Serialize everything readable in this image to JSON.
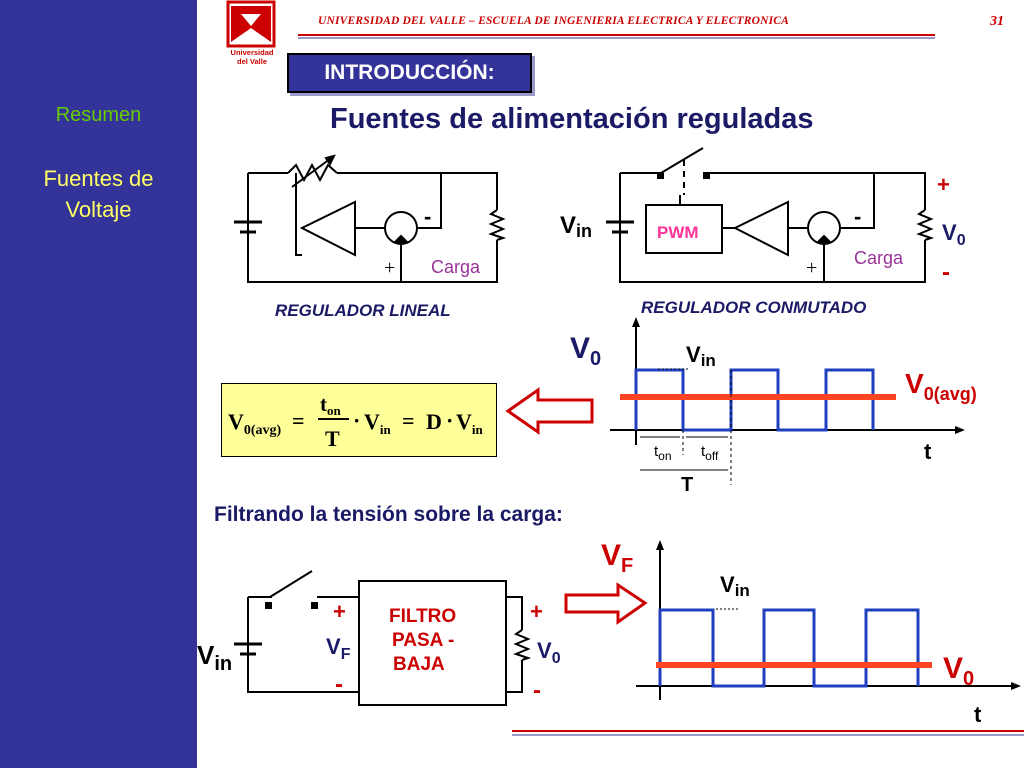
{
  "header": {
    "institution": "UNIVERSIDAD DEL VALLE – ESCUELA DE INGENIERIA ELECTRICA Y ELECTRONICA",
    "page_number": "31",
    "logo_line1": "Universidad",
    "logo_line2": "del Valle"
  },
  "sidebar": {
    "items": [
      {
        "label": "Resumen"
      },
      {
        "label_line1": "Fuentes de",
        "label_line2": "Voltaje"
      }
    ]
  },
  "section_tag": "INTRODUCCIÓN:",
  "title": "Fuentes de alimentación reguladas",
  "linear": {
    "caption": "REGULADOR LINEAL",
    "load_label": "Carga",
    "plus": "+",
    "minus": "-"
  },
  "switching": {
    "caption": "REGULADOR CONMUTADO",
    "pwm_label": "PWM",
    "load_label": "Carga",
    "vin": "V",
    "vin_sub": "in",
    "out_plus": "+",
    "out_minus": "-",
    "v0": "V",
    "v0_sub": "0",
    "plus": "+",
    "minus": "-"
  },
  "formula": {
    "lhs": "V",
    "lhs_sub": "0(avg)",
    "eq": "=",
    "num": "t",
    "num_sub": "on",
    "den": "T",
    "dot": "·",
    "vin": "V",
    "vin_sub": "in",
    "d": "D",
    "dot2": "·",
    "vin2": "V",
    "vin2_sub": "in"
  },
  "waveform1": {
    "y_label": "V",
    "y_label_sub": "0",
    "vin": "V",
    "vin_sub": "in",
    "avg": "V",
    "avg_sub": "0(avg)",
    "t_axis": "t",
    "ton": "t",
    "ton_sub": "on",
    "toff": "t",
    "toff_sub": "off",
    "period": "T"
  },
  "filter_caption": "Filtrando la tensión sobre la carga:",
  "filter": {
    "box_line1": "FILTRO",
    "box_line2": "PASA -",
    "box_line3": "BAJA",
    "vin": "V",
    "vin_sub": "in",
    "vf": "V",
    "vf_sub": "F",
    "in_plus": "+",
    "in_minus": "-",
    "out_plus": "+",
    "out_minus": "-",
    "v0": "V",
    "v0_sub": "0"
  },
  "waveform2": {
    "y_label": "V",
    "y_label_sub": "F",
    "vin": "V",
    "vin_sub": "in",
    "out": "V",
    "out_sub": "0",
    "t_axis": "t"
  },
  "colors": {
    "sidebar": "#333399",
    "header_red": "#cc0000",
    "wave_blue": "#1f3fbf",
    "avg_red": "#ff4422",
    "formula_bg": "#ffff99",
    "title_navy": "#1a1a66"
  }
}
